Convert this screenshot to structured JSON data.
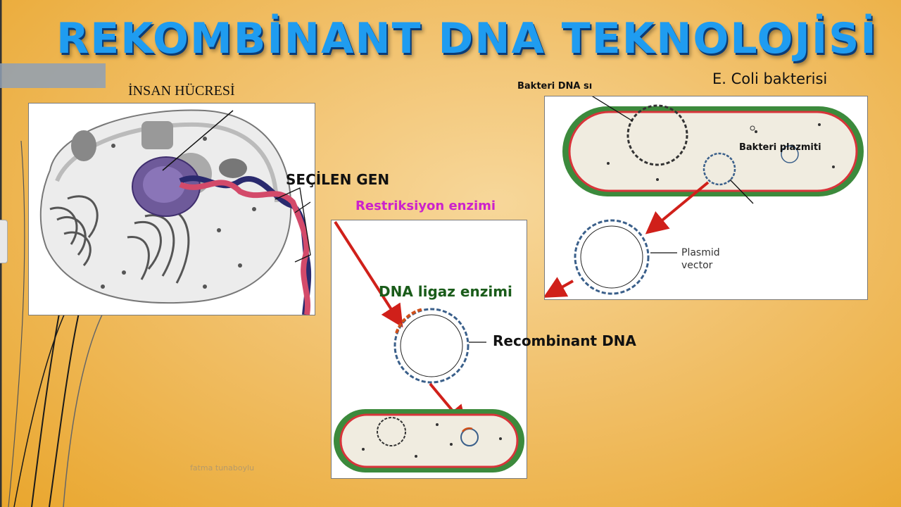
{
  "slide": {
    "title": "REKOMBİNANT DNA TEKNOLOJİSİ",
    "labels": {
      "human_cell": "İNSAN HÜCRESİ",
      "selected_gene": "SEÇİLEN GEN",
      "restriction_enzyme": "Restriksiyon enzimi",
      "ligase_enzyme": "DNA ligaz enzimi",
      "recombinant_dna": "Recombinant DNA",
      "bacterial_dna": "Bakteri DNA sı",
      "ecoli": "E. Coli bakterisi",
      "bacterial_plasmid": "Bakteri plazmiti",
      "plasmid_vector_1": "Plasmid",
      "plasmid_vector_2": "vector",
      "author": "fatma tunaboylu"
    },
    "colors": {
      "title": "#1f9cf0",
      "restriction_label": "#cc22cc",
      "ligase_label": "#1a5c1a",
      "arrow": "#d0201a",
      "bacteria_wall": "#3c8a3c",
      "membrane": "#d8343a"
    },
    "icons": [
      "human-cell-illustration",
      "dna-helix-icon",
      "plasmid-ring-icon",
      "bacterium-icon"
    ]
  }
}
